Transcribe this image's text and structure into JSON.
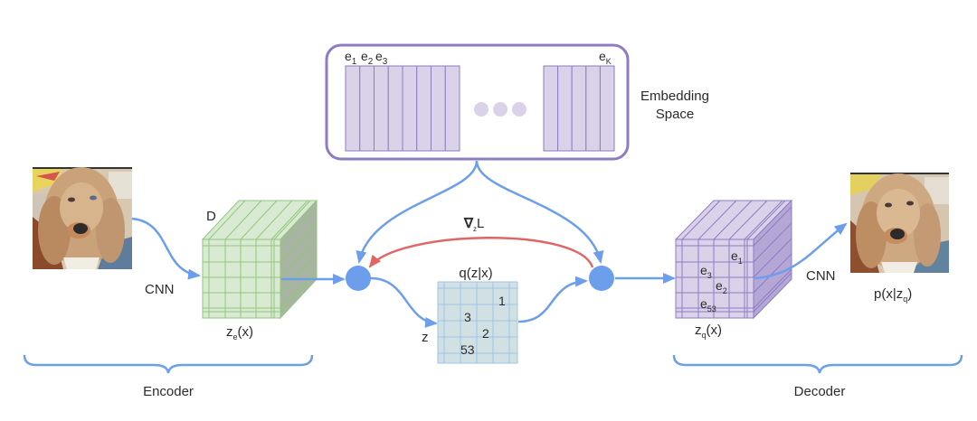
{
  "embedding_space": {
    "label_line1": "Embedding",
    "label_line2": "Space",
    "vector_labels": {
      "e1": {
        "base": "e",
        "sub": "1"
      },
      "e2": {
        "base": "e",
        "sub": "2"
      },
      "e3": {
        "base": "e",
        "sub": "3"
      },
      "eK": {
        "base": "e",
        "sub": "K"
      }
    },
    "left_block_columns": 8,
    "right_block_columns": 5,
    "ellipsis_dots": 3
  },
  "encoder": {
    "input_image_alt": "dog photo (input)",
    "cnn_label": "CNN",
    "depth_label": "D",
    "output_label": {
      "base": "z",
      "sub": "e",
      "tail": "(x)"
    },
    "brace_label": "Encoder"
  },
  "quantizer": {
    "gradient_label": {
      "base": "∇",
      "sub": "z",
      "tail": "L"
    },
    "grid_title": "q(z|x)",
    "z_label": "z",
    "grid_values": [
      "1",
      "3",
      "2",
      "53"
    ]
  },
  "decoder": {
    "cube_values": [
      {
        "base": "e",
        "sub": "1"
      },
      {
        "base": "e",
        "sub": "3"
      },
      {
        "base": "e",
        "sub": "2"
      },
      {
        "base": "e",
        "sub": "53"
      }
    ],
    "input_label": {
      "base": "z",
      "sub": "q",
      "tail": "(x)"
    },
    "cnn_label": "CNN",
    "output_label": {
      "base": "p(x|z",
      "sub": "q",
      "tail": ")"
    },
    "output_image_alt": "dog photo (reconstruction)",
    "brace_label": "Decoder"
  },
  "colors": {
    "arrow_blue": "#6d9eeb",
    "gradient_red": "#e06666",
    "embedding_purple": "#d9d2e9",
    "embedding_border": "#8e7cc3",
    "encoder_green": "#d9ead3",
    "encoder_green_line": "#93c47d",
    "encoder_green_side": "#a9b5a3",
    "grid_blue": "#d0e0e3",
    "grid_line": "#9fc5e8",
    "decoder_purple_side": "#b4a7d6"
  }
}
